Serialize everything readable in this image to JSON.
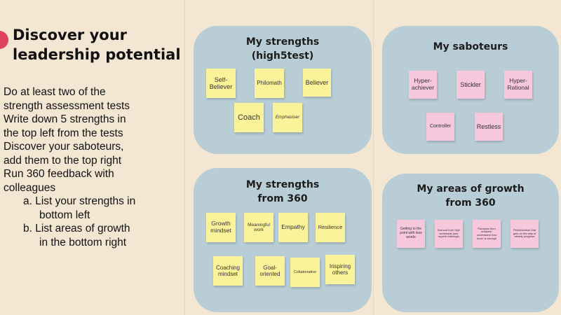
{
  "left": {
    "title": "Discover your leadership potential",
    "instructions": [
      "Do at least two of the",
      "strength assessment tests",
      "Write down 5 strengths in",
      "the top left from the tests",
      "Discover your saboteurs,",
      "add them to the top right",
      "Run 360 feedback with",
      "colleagues"
    ],
    "sub_items": [
      {
        "first": "a. List your strengths in",
        "cont": "bottom left"
      },
      {
        "first": "b. List areas of growth",
        "cont": "in the bottom right"
      }
    ]
  },
  "boards": {
    "strengths_test": {
      "title_line1": "My strengths",
      "title_line2": "(high5test)",
      "notes": [
        "Self-Believer",
        "Philomath",
        "Believer",
        "Coach",
        "Emphasiser"
      ]
    },
    "saboteurs": {
      "title": "My saboteurs",
      "notes": [
        "Hyper-achiever",
        "Stickler",
        "Hyper-Rational",
        "Controller",
        "Restless"
      ]
    },
    "strengths_360": {
      "title_line1": "My strengths",
      "title_line2": "from 360",
      "notes": [
        "Growth mindset",
        "Meaningful work",
        "Empathy",
        "Resilience",
        "Coaching mindset",
        "Goal-oriented",
        "Collaborative",
        "Inspiring others"
      ]
    },
    "growth": {
      "title_line1": "My areas of growth",
      "title_line2": "from 360",
      "notes": [
        "Getting to the point with less words",
        "Burnout from high workloads (see superb trainings)",
        "Paralysis from analysis: understand how much is enough",
        "Perfectionism that gets on the way of steady progress"
      ]
    }
  },
  "colors": {
    "background": "#f3e6d3",
    "board": "#b8cdd6",
    "sticky_yellow": "#fbf39a",
    "sticky_pink": "#f7c7dc",
    "accent": "#e0445a"
  }
}
